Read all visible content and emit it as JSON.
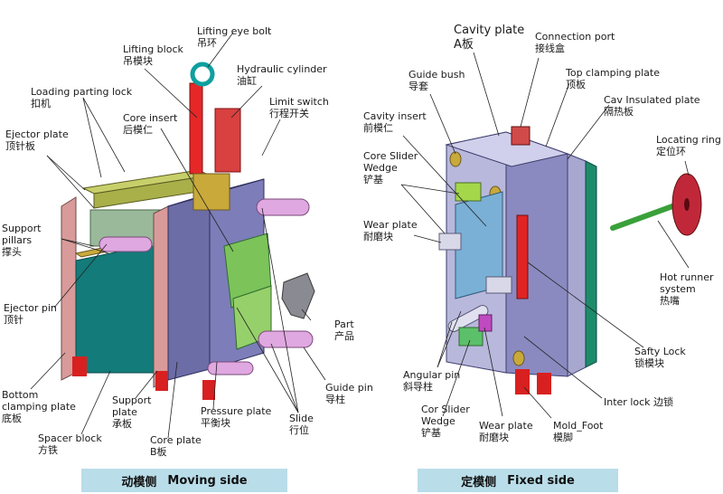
{
  "moving_side": {
    "caption": {
      "zh": "动模侧",
      "en": "Moving side"
    },
    "labels": [
      {
        "id": "lifting-eye-bolt",
        "en": "Lifting eye bolt",
        "zh": "吊环"
      },
      {
        "id": "lifting-block",
        "en": "Lifting block",
        "zh": "吊模块"
      },
      {
        "id": "hydraulic-cylinder",
        "en": "Hydraulic cylinder",
        "zh": "油缸"
      },
      {
        "id": "loading-parting-lock",
        "en": "Loading parting lock",
        "zh": "扣机"
      },
      {
        "id": "limit-switch",
        "en": "Limit switch",
        "zh": "行程开关"
      },
      {
        "id": "core-insert",
        "en": "Core insert",
        "zh": "后模仁"
      },
      {
        "id": "ejector-plate",
        "en": "Ejector plate",
        "zh": "顶针板"
      },
      {
        "id": "support-pillars",
        "en": "Support",
        "en2": "pillars",
        "zh": "撑头"
      },
      {
        "id": "ejector-pin",
        "en": "Ejector pin",
        "zh": "顶针"
      },
      {
        "id": "part",
        "en": "Part",
        "zh": "产品"
      },
      {
        "id": "bottom-clamping-plate",
        "en": "Bottom",
        "en2": "clamping plate",
        "zh": "底板"
      },
      {
        "id": "support-plate",
        "en": "Support",
        "en2": "plate",
        "zh": "承板"
      },
      {
        "id": "pressure-plate",
        "en": "Pressure plate",
        "zh": "平衡块"
      },
      {
        "id": "guide-pin",
        "en": "Guide pin",
        "zh": "导柱"
      },
      {
        "id": "slide",
        "en": "Slide",
        "zh": "行位"
      },
      {
        "id": "spacer-block",
        "en": "Spacer block",
        "zh": "方铁"
      },
      {
        "id": "core-plate",
        "en": "Core plate",
        "zh": "B板"
      }
    ]
  },
  "fixed_side": {
    "caption": {
      "zh": "定模侧",
      "en": "Fixed side"
    },
    "labels": [
      {
        "id": "cavity-plate",
        "en": "Cavity plate",
        "zh": "A板"
      },
      {
        "id": "connection-port",
        "en": "Connection port",
        "zh": "接线盒"
      },
      {
        "id": "guide-bush",
        "en": "Guide bush",
        "zh": "导套"
      },
      {
        "id": "top-clamping-plate",
        "en": "Top clamping plate",
        "zh": "顶板"
      },
      {
        "id": "cav-insulated-plate",
        "en": "Cav Insulated plate",
        "zh": "隔热板"
      },
      {
        "id": "cavity-insert",
        "en": "Cavity insert",
        "zh": "前模仁"
      },
      {
        "id": "locating-ring",
        "en": "Locating ring",
        "zh": "定位环"
      },
      {
        "id": "core-slider-wedge",
        "en": "Core Slider",
        "en2": "Wedge",
        "zh": "铲基"
      },
      {
        "id": "wear-plate-top",
        "en": "Wear plate",
        "zh": "耐磨块"
      },
      {
        "id": "hot-runner-system",
        "en": "Hot runner",
        "en2": "system",
        "zh": "热嘴"
      },
      {
        "id": "safty-lock",
        "en": "Safty Lock",
        "zh": "锁模块"
      },
      {
        "id": "angular-pin",
        "en": "Angular pin",
        "zh": "斜导柱"
      },
      {
        "id": "inter-lock",
        "en": "Inter lock 边锁"
      },
      {
        "id": "cor-slider-wedge",
        "en": "Cor Slider",
        "en2": "Wedge",
        "zh": "铲基"
      },
      {
        "id": "wear-plate-bottom",
        "en": "Wear plate",
        "zh": "耐磨块"
      },
      {
        "id": "mold-foot",
        "en": "Mold_Foot",
        "zh": "模脚"
      }
    ]
  }
}
